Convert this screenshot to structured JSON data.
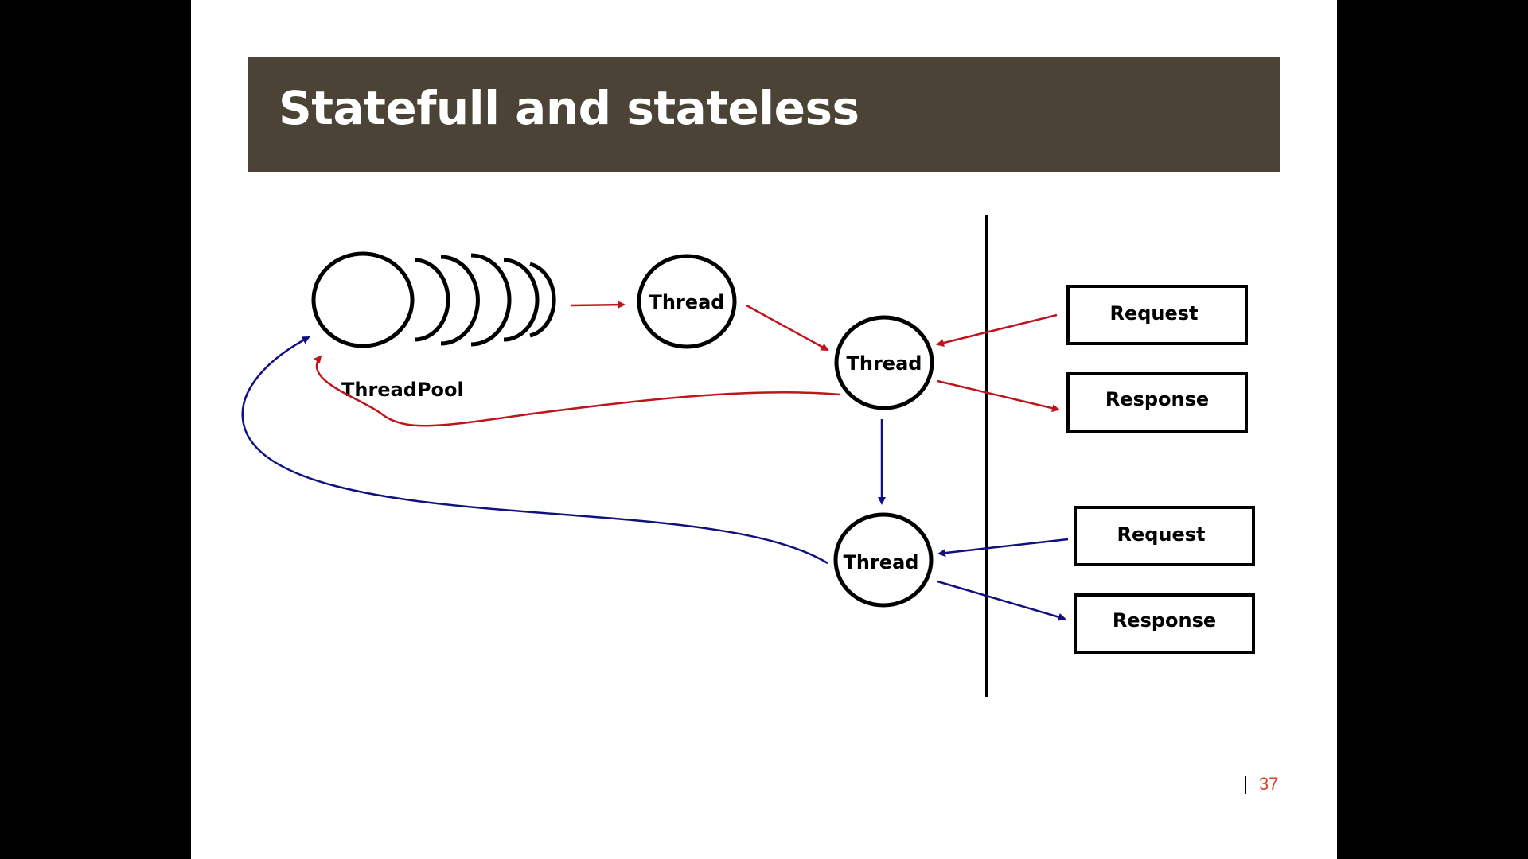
{
  "slide": {
    "title": "Statefull and stateless",
    "page_number": "37"
  },
  "diagram": {
    "threadpool_label": "ThreadPool",
    "threads": [
      "Thread",
      "Thread",
      "Thread"
    ],
    "client_boxes": [
      "Request",
      "Response",
      "Request",
      "Response"
    ]
  },
  "colors": {
    "title_bar": "#4b4335",
    "red_arrow": "#c0141c",
    "blue_arrow": "#101080",
    "page_number": "#d9442a"
  }
}
